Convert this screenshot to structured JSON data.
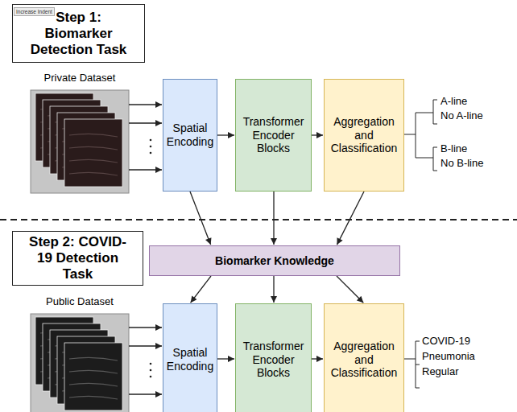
{
  "diagram": {
    "nodes": [
      {
        "text": [
          "Step 1: Biomarker Detection Task"
        ]
      },
      {
        "text": [
          "Private Dataset"
        ]
      },
      {
        "text": [
          "Spatial Encoding"
        ]
      },
      {
        "text": [
          "Transformer Encoder Blocks"
        ]
      },
      {
        "text": [
          "Aggregation and Classification"
        ]
      },
      {
        "text": [
          "Biomarker Knowledge"
        ]
      },
      {
        "text": [
          "Step 2: COVID-19 Detection Task"
        ]
      },
      {
        "text": [
          "Public Dataset"
        ]
      },
      {
        "text": [
          "Spatial Encoding"
        ]
      },
      {
        "text": [
          "Transformer Encoder Blocks"
        ]
      },
      {
        "text": [
          "Aggregation and Classification"
        ]
      }
    ],
    "edges": [
      {
        "from": 1,
        "to": 2,
        "arrow": "to"
      },
      {
        "from": 1,
        "to": 2,
        "arrow": "to"
      },
      {
        "from": 1,
        "to": 2,
        "arrow": "to"
      },
      {
        "from": 2,
        "to": 3,
        "arrow": "to"
      },
      {
        "from": 3,
        "to": 4,
        "arrow": "to"
      },
      {
        "from": 2,
        "to": 5,
        "arrow": "to"
      },
      {
        "from": 3,
        "to": 5,
        "arrow": "to"
      },
      {
        "from": 4,
        "to": 5,
        "arrow": "to"
      },
      {
        "from": 5,
        "to": 8,
        "arrow": "to"
      },
      {
        "from": 5,
        "to": 9,
        "arrow": "to"
      },
      {
        "from": 5,
        "to": 10,
        "arrow": "to"
      },
      {
        "from": 7,
        "to": 8,
        "arrow": "to"
      },
      {
        "from": 7,
        "to": 8,
        "arrow": "to"
      },
      {
        "from": 7,
        "to": 8,
        "arrow": "to"
      },
      {
        "from": 8,
        "to": 9,
        "arrow": "to"
      },
      {
        "from": 9,
        "to": 10,
        "arrow": "to"
      }
    ],
    "labels": [
      "Increase Indent",
      "A-line",
      "No A-line",
      "B-line",
      "No B-line",
      "COVID-19",
      "Pneumonia",
      "Regular"
    ]
  }
}
